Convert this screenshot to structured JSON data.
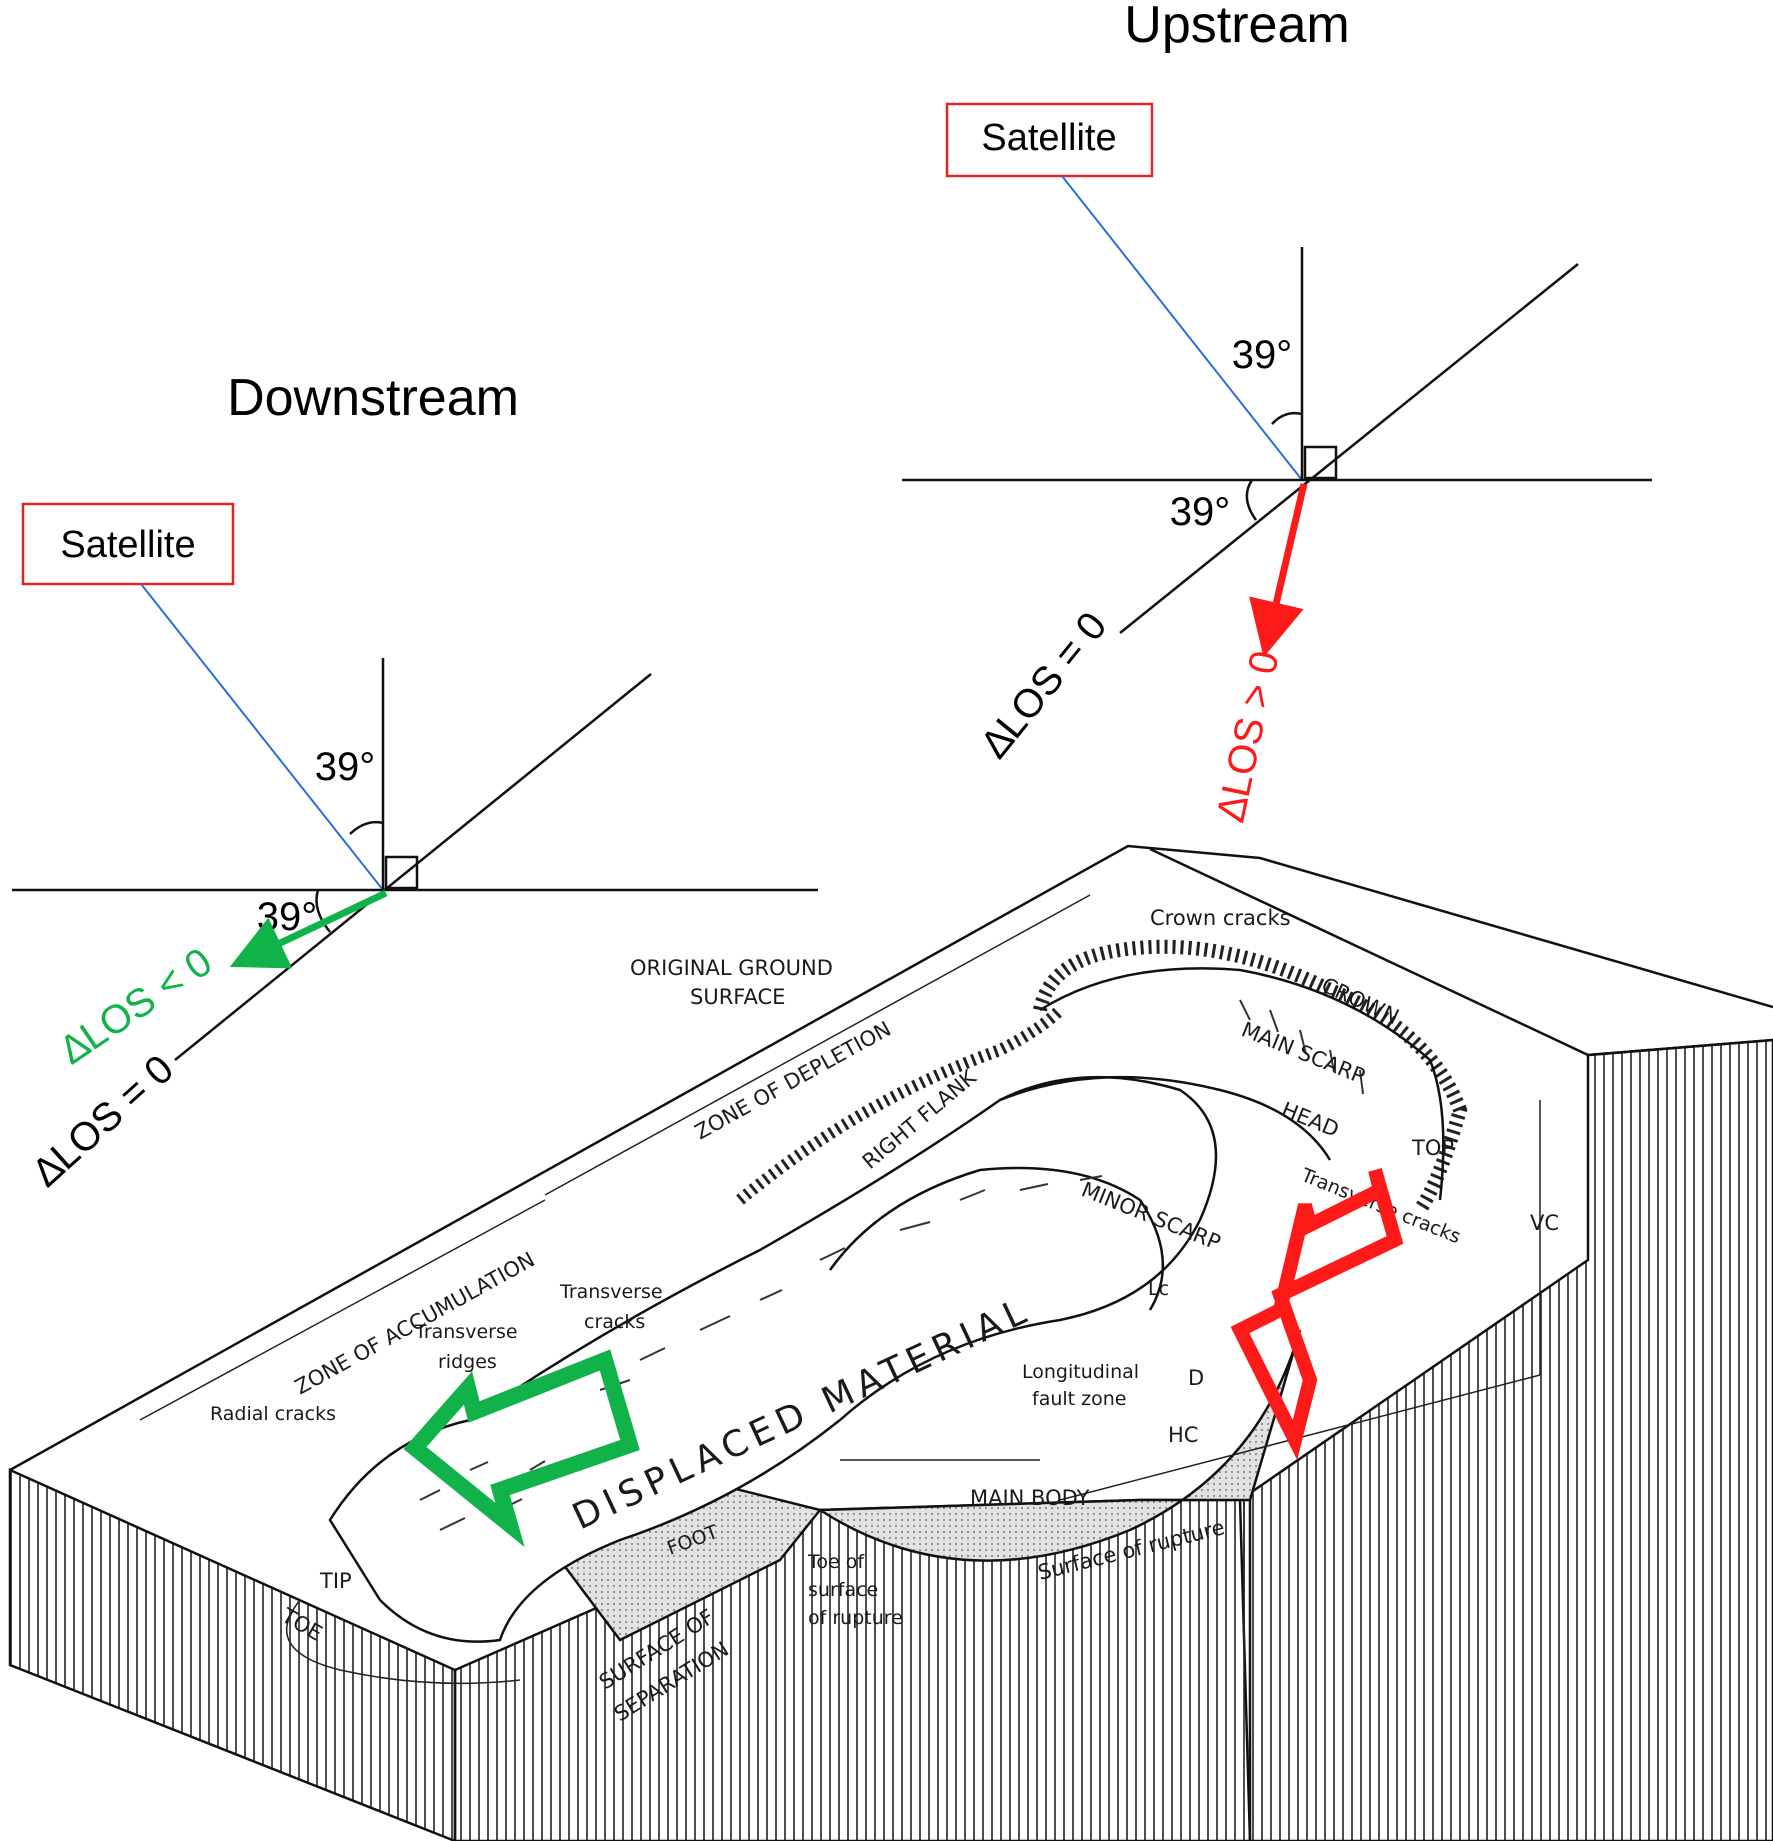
{
  "panels": {
    "upstream": {
      "title": "Upstream",
      "satellite": "Satellite",
      "angle_top": "39°",
      "angle_left": "39°",
      "los_zero": "∆LOS = 0",
      "los_result": "∆LOS > 0"
    },
    "downstream": {
      "title": "Downstream",
      "satellite": "Satellite",
      "angle_top": "39°",
      "angle_left": "39°",
      "los_zero": "∆LOS = 0",
      "los_result": "∆LOS < 0"
    }
  },
  "colors": {
    "red": "#ff1a1a",
    "green": "#12b24a",
    "blue_line": "#2a6fd6",
    "box_border": "#e0262b"
  },
  "landslide": {
    "crown_cracks": "Crown cracks",
    "original_ground_1": "ORIGINAL GROUND",
    "original_ground_2": "SURFACE",
    "zone_depletion": "ZONE OF DEPLETION",
    "zone_accumulation": "ZONE OF ACCUMULATION",
    "crown": "CROWN",
    "main_scarp": "MAIN SCARP",
    "head": "HEAD",
    "top": "TOP",
    "right_flank": "RIGHT FLANK",
    "minor_scarp": "MINOR SCARP",
    "transverse_cracks_right": "Transverse cracks",
    "vc": "VC",
    "lc": "Lc",
    "d": "D",
    "hc": "HC",
    "displaced_material": "DISPLACED MATERIAL",
    "transverse_cracks_1": "Transverse",
    "transverse_cracks_2": "cracks",
    "transverse_ridges_1": "Transverse",
    "transverse_ridges_2": "ridges",
    "radial_cracks": "Radial cracks",
    "longitudinal_1": "Longitudinal",
    "longitudinal_2": "fault zone",
    "main_body": "MAIN BODY",
    "foot": "FOOT",
    "tip": "TIP",
    "toe": "TOE",
    "toe_rupture_1": "Toe of",
    "toe_rupture_2": "surface",
    "toe_rupture_3": "of rupture",
    "surface_of_rupture": "Surface of rupture",
    "surface_separation_1": "SURFACE OF",
    "surface_separation_2": "SEPARATION"
  }
}
